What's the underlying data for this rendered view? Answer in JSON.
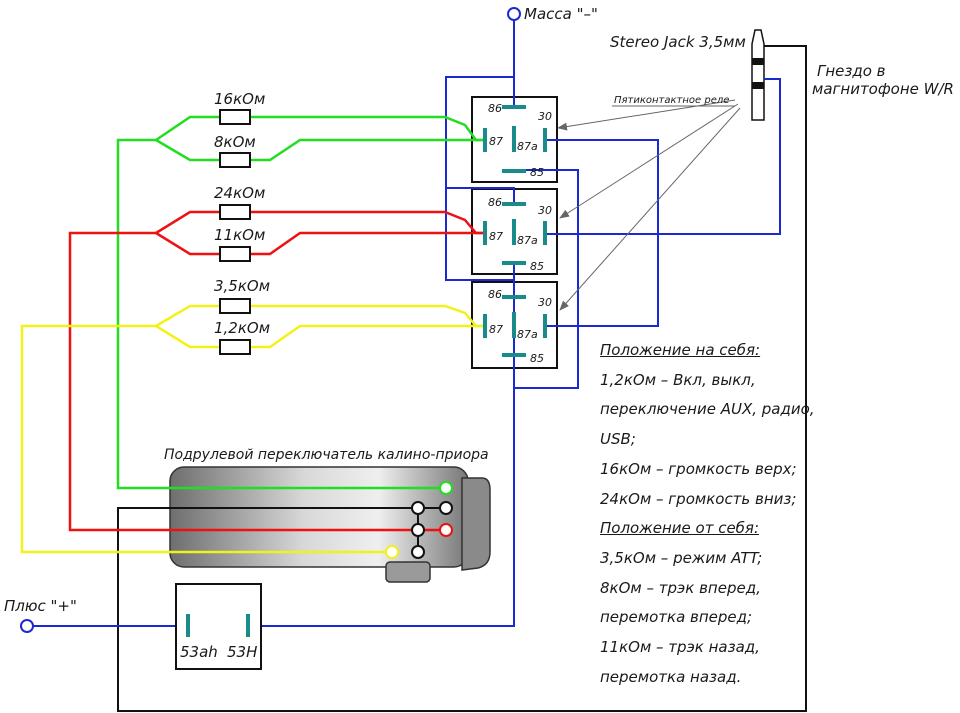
{
  "labels": {
    "ground": "Масса \"–\"",
    "plus": "Плюс \"+\"",
    "jack": "Stereo Jack 3,5мм",
    "socket_line1": "Гнездо в",
    "socket_line2": "магнитофоне W/R",
    "relay_type": "Пятиконтактное реле",
    "switch_title": "Подрулевой переключатель калино-приора",
    "relay_pins": {
      "p86": "86",
      "p87": "87",
      "p30": "30",
      "p87a": "87a",
      "p85": "85"
    },
    "terminal_53ah": "53ah",
    "terminal_53h": "53Н"
  },
  "resistors": {
    "r16": "16кОм",
    "r8": "8кОм",
    "r24": "24кОм",
    "r11": "11кОм",
    "r35": "3,5кОм",
    "r12": "1,2кОм"
  },
  "notes": [
    {
      "text": "Положение на себя:",
      "header": true
    },
    {
      "text": "1,2кОм – Вкл, выкл,",
      "header": false
    },
    {
      "text": "переключение AUX, радио,",
      "header": false
    },
    {
      "text": "USB;",
      "header": false
    },
    {
      "text": "16кОм – громкость верх;",
      "header": false
    },
    {
      "text": "24кОм – громкость вниз;",
      "header": false
    },
    {
      "text": "Положение от себя:",
      "header": true
    },
    {
      "text": "3,5кОм – режим ATT;",
      "header": false
    },
    {
      "text": "8кОм – трэк вперед,",
      "header": false
    },
    {
      "text": "перемотка вперед;",
      "header": false
    },
    {
      "text": "11кОм – трэк назад,",
      "header": false
    },
    {
      "text": "перемотка назад.",
      "header": false
    }
  ],
  "colors": {
    "green": "#22dd22",
    "red": "#ee1111",
    "yellow": "#f2f21a",
    "blue": "#1a2ad0",
    "black": "#111111",
    "teal": "#1a8a8a"
  }
}
